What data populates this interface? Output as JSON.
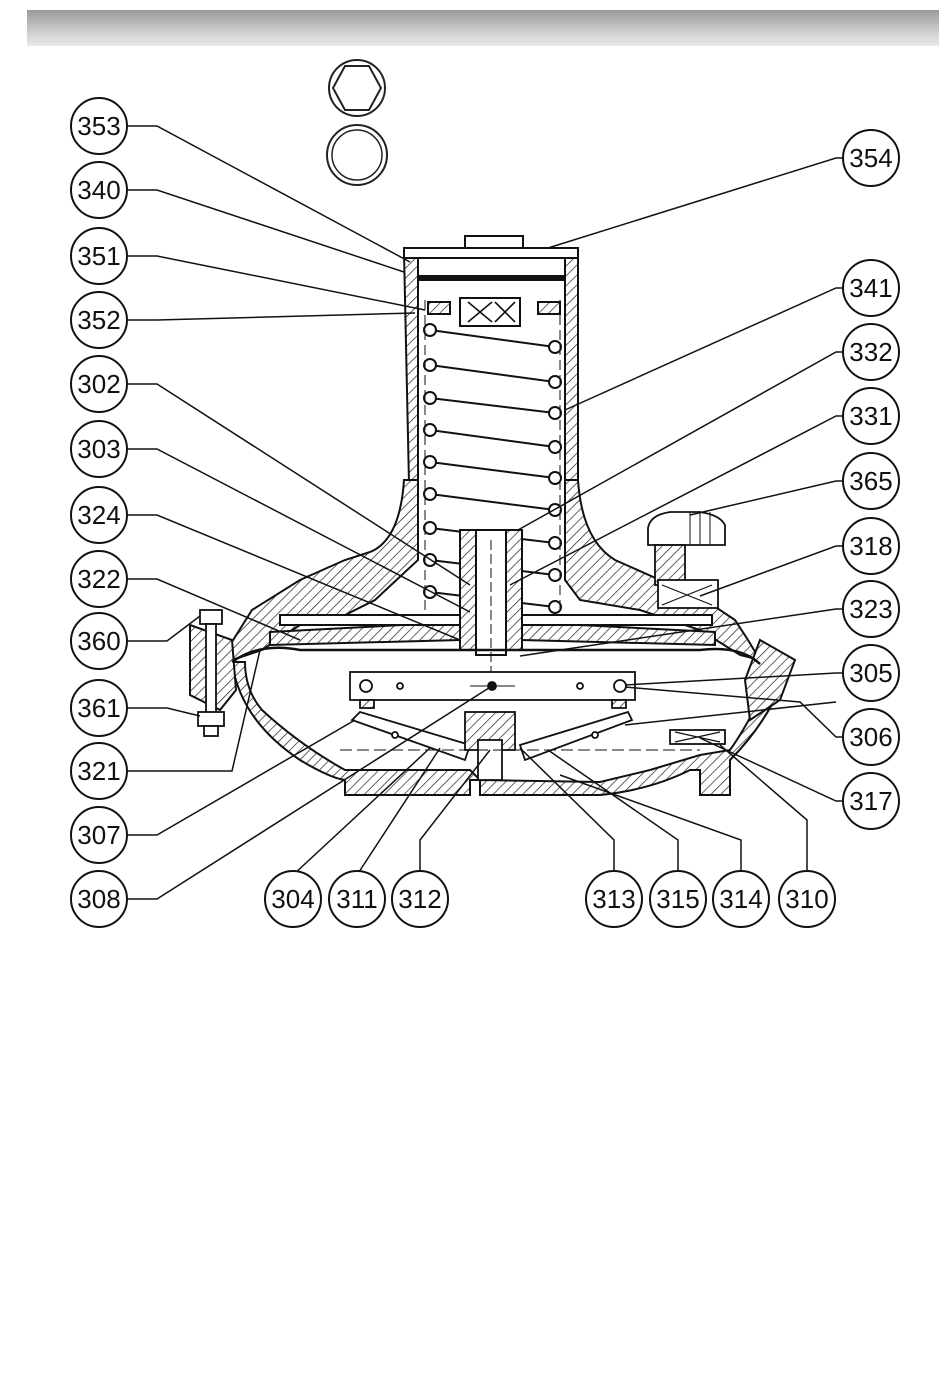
{
  "callouts": {
    "c353": "353",
    "c340": "340",
    "c351": "351",
    "c352": "352",
    "c302": "302",
    "c303": "303",
    "c324": "324",
    "c322": "322",
    "c360": "360",
    "c361": "361",
    "c321": "321",
    "c307": "307",
    "c308": "308",
    "c354": "354",
    "c341": "341",
    "c332": "332",
    "c331": "331",
    "c365": "365",
    "c318": "318",
    "c323": "323",
    "c305": "305",
    "c306": "306",
    "c317": "317",
    "c304": "304",
    "c311": "311",
    "c312": "312",
    "c313": "313",
    "c315": "315",
    "c314": "314",
    "c310": "310"
  },
  "symbols": [
    "hexagon-symbol",
    "circle-symbol"
  ]
}
